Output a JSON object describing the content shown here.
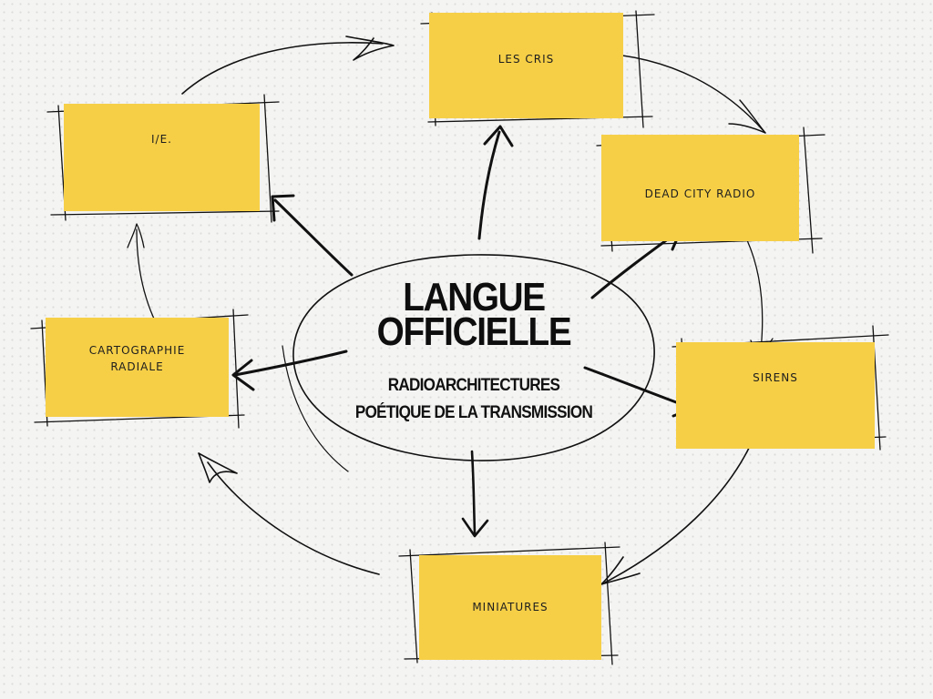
{
  "center": {
    "title_line1": "LANGUE",
    "title_line2": "OFFICIELLE",
    "subtitle_line1": "RADIOARCHITECTURES",
    "subtitle_line2": "POÉTIQUE DE LA TRANSMISSION"
  },
  "nodes": {
    "les_cris": "LES CRIS",
    "ie": "I/E.",
    "dead_city_radio": "DEAD CITY RADIO",
    "cartographie_radiale": "CARTOGRAPHIE\nRADIALE",
    "sirens": "SIRENS",
    "miniatures": "MINIATURES"
  },
  "colors": {
    "note": "#f6cf47",
    "ink": "#111111",
    "background": "#f4f4f3"
  }
}
